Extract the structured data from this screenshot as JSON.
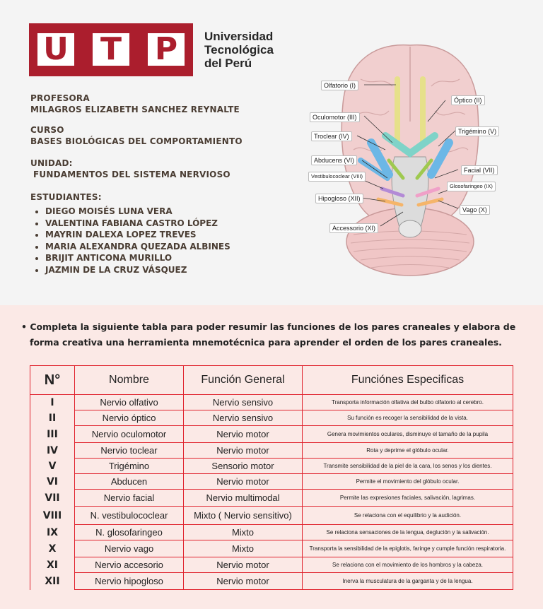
{
  "logo": {
    "letters": [
      "U",
      "T",
      "P"
    ],
    "name_lines": [
      "Universidad",
      "Tecnológica",
      "del Perú"
    ],
    "brand_color": "#ab1e2d"
  },
  "info": {
    "profesora_label": "PROFESORA",
    "profesora_name": "MILAGROS ELIZABETH SANCHEZ REYNALTE",
    "curso_label": "CURSO",
    "curso_name": "BASES BIOLÓGICAS DEL COMPORTAMIENTO",
    "unidad_label": "UNIDAD:",
    "unidad_name": "FUNDAMENTOS DEL SISTEMA NERVIOSO",
    "estudiantes_label": "ESTUDIANTES:",
    "students": [
      "DIEGO MOISÉS LUNA VERA",
      "VALENTINA FABIANA CASTRO LÓPEZ",
      "MAYRIN DALEXA LOPEZ TREVES",
      "MARIA ALEXANDRA QUEZADA ALBINES",
      "BRIJIT ANTICONA MURILLO",
      "JAZMIN DE LA CRUZ VÁSQUEZ"
    ]
  },
  "brain_labels": [
    "Olfatorio (I)",
    "Óptico (II)",
    "Oculomotor (III)",
    "Troclear (IV)",
    "Trigémino (V)",
    "Abducens (VI)",
    "Facial (VII)",
    "Vestibulococlear (VIII)",
    "Glosofaringeo (IX)",
    "Hipogloso (XII)",
    "Vago (X)",
    "Accessorio (XI)"
  ],
  "instruction": {
    "bullet": "•",
    "line1": "Completa la siguiente tabla para poder resumir las funciones de los pares craneales y elabora de",
    "line2": "forma creativa una herramienta mnemotécnica para aprender el orden de los pares craneales."
  },
  "table": {
    "headers": [
      "N°",
      "Nombre",
      "Función General",
      "Funciónes Especificas"
    ],
    "rows": [
      {
        "num": "I",
        "name": "Nervio olfativo",
        "general": "Nervio sensivo",
        "specific": "Transporta información olfativa del bulbo olfatorio al cerebro."
      },
      {
        "num": "II",
        "name": "Nervio óptico",
        "general": "Nervio sensivo",
        "specific": "Su función es recoger la sensibilidad de la vista."
      },
      {
        "num": "III",
        "name": "Nervio oculomotor",
        "general": "Nervio motor",
        "specific": "Genera movimientos oculares, disminuye el tamaño de la pupila"
      },
      {
        "num": "IV",
        "name": "Nervio toclear",
        "general": "Nervio motor",
        "specific": "Rota y deprime el glóbulo ocular."
      },
      {
        "num": "V",
        "name": "Trigémino",
        "general": "Sensorio motor",
        "specific": "Transmite sensibilidad de la piel de la cara, los senos y los dientes."
      },
      {
        "num": "VI",
        "name": "Abducen",
        "general": "Nervio motor",
        "specific": "Permite el movimiento del glóbulo ocular."
      },
      {
        "num": "VII",
        "name": "Nervio facial",
        "general": "Nervio multimodal",
        "specific": "Permite las expresiones faciales, salivación, lagrimas."
      },
      {
        "num": "VIII",
        "name": "N. vestibulococlear",
        "general": "Mixto ( Nervio sensitivo)",
        "specific": "Se relaciona con el equilibrio y la audición."
      },
      {
        "num": "IX",
        "name": "N. glosofaringeo",
        "general": "Mixto",
        "specific": "Se relaciona sensaciones de la lengua, deglución y la salivación."
      },
      {
        "num": "X",
        "name": "Nervio vago",
        "general": "Mixto",
        "specific": "Transporta la sensibilidad de la epiglotis, faringe y cumple función respiratoria."
      },
      {
        "num": "XI",
        "name": "Nervio accesorio",
        "general": "Nervio motor",
        "specific": "Se relaciona con el movimiento de los hombros y la cabeza."
      },
      {
        "num": "XII",
        "name": "Nervio hipogloso",
        "general": "Nervio motor",
        "specific": "Inerva la musculatura de la garganta y de la lengua."
      }
    ]
  }
}
